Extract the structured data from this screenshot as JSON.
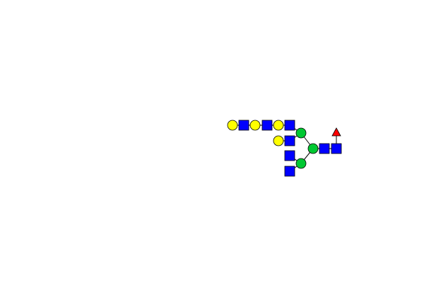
{
  "diagram": {
    "type": "glycan-structure",
    "notation": "SNFG",
    "colors": {
      "galactose": "#ffff00",
      "glcnac": "#0000ff",
      "mannose": "#00c832",
      "fucose": "#ff0000",
      "outline": "#000000",
      "background": "#ffffff"
    },
    "residues": [
      {
        "id": "glcnac-root",
        "kind": "GlcNAc",
        "shape": "square",
        "color_key": "glcnac"
      },
      {
        "id": "glcnac-core-2",
        "kind": "GlcNAc",
        "shape": "square",
        "color_key": "glcnac"
      },
      {
        "id": "fucose-core",
        "kind": "Fuc",
        "shape": "triangle",
        "color_key": "fucose"
      },
      {
        "id": "mannose-central",
        "kind": "Man",
        "shape": "circle",
        "color_key": "mannose"
      },
      {
        "id": "mannose-upper",
        "kind": "Man",
        "shape": "circle",
        "color_key": "mannose"
      },
      {
        "id": "mannose-lower",
        "kind": "Man",
        "shape": "circle",
        "color_key": "mannose"
      },
      {
        "id": "glcnac-upper-a",
        "kind": "GlcNAc",
        "shape": "square",
        "color_key": "glcnac"
      },
      {
        "id": "glcnac-upper-b",
        "kind": "GlcNAc",
        "shape": "square",
        "color_key": "glcnac"
      },
      {
        "id": "glcnac-lower-a",
        "kind": "GlcNAc",
        "shape": "square",
        "color_key": "glcnac"
      },
      {
        "id": "glcnac-lower-b",
        "kind": "GlcNAc",
        "shape": "square",
        "color_key": "glcnac"
      },
      {
        "id": "galactose-upper-b",
        "kind": "Gal",
        "shape": "circle",
        "color_key": "galactose"
      },
      {
        "id": "galactose-upper-a-1",
        "kind": "Gal",
        "shape": "circle",
        "color_key": "galactose"
      },
      {
        "id": "glcnac-extension-1",
        "kind": "GlcNAc",
        "shape": "square",
        "color_key": "glcnac"
      },
      {
        "id": "galactose-upper-a-2",
        "kind": "Gal",
        "shape": "circle",
        "color_key": "galactose"
      },
      {
        "id": "glcnac-extension-2",
        "kind": "GlcNAc",
        "shape": "square",
        "color_key": "glcnac"
      },
      {
        "id": "galactose-terminal",
        "kind": "Gal",
        "shape": "circle",
        "color_key": "galactose"
      }
    ],
    "linkages": [
      [
        "glcnac-root",
        "glcnac-core-2"
      ],
      [
        "glcnac-root",
        "fucose-core"
      ],
      [
        "glcnac-core-2",
        "mannose-central"
      ],
      [
        "mannose-central",
        "mannose-upper"
      ],
      [
        "mannose-central",
        "mannose-lower"
      ],
      [
        "mannose-upper",
        "glcnac-upper-a"
      ],
      [
        "mannose-upper",
        "glcnac-upper-b"
      ],
      [
        "mannose-lower",
        "glcnac-lower-a"
      ],
      [
        "mannose-lower",
        "glcnac-lower-b"
      ],
      [
        "glcnac-upper-b",
        "galactose-upper-b"
      ],
      [
        "glcnac-upper-a",
        "galactose-upper-a-1"
      ],
      [
        "galactose-upper-a-1",
        "glcnac-extension-1"
      ],
      [
        "glcnac-extension-1",
        "galactose-upper-a-2"
      ],
      [
        "galactose-upper-a-2",
        "glcnac-extension-2"
      ],
      [
        "glcnac-extension-2",
        "galactose-terminal"
      ]
    ]
  }
}
